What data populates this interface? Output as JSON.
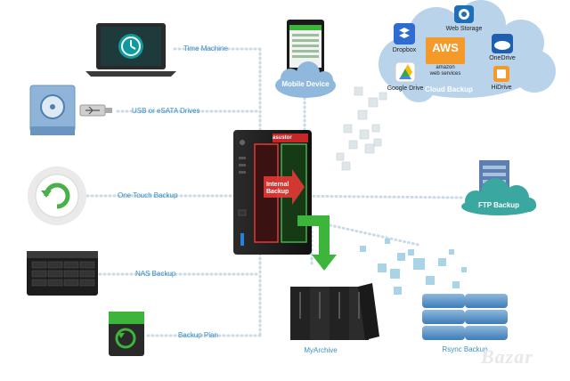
{
  "labels": {
    "time_machine": "Time Machine",
    "usb": "USB or eSATA Drives",
    "one_touch": "One Touch Backup",
    "nas_backup": "NAS Backup",
    "backup_plan": "Backup Plan",
    "mobile_device": "Mobile Device",
    "internal_backup_1": "Internal",
    "internal_backup_2": "Backup",
    "ftp_backup": "FTP Backup",
    "myarchive": "MyArchive",
    "rsync_backup": "Rsync Backup",
    "nas_brand": "asustor"
  },
  "cloud": {
    "title": "Cloud Backup",
    "services": {
      "dropbox": "Dropbox",
      "web_storage": "Web Storage",
      "onedrive": "OneDrive",
      "google_drive": "Google Drive",
      "hidrive": "HiDrive",
      "aws_logo": "AWS",
      "aws_line1": "amazon",
      "aws_line2": "web services"
    }
  },
  "watermark": "Bazar",
  "colors": {
    "accent_blue": "#3c8fc9",
    "cloud_blue": "#b8d3ea",
    "green_arrow": "#3db53a",
    "red_highlight": "#e53935",
    "aws_orange": "#f39a2b"
  }
}
